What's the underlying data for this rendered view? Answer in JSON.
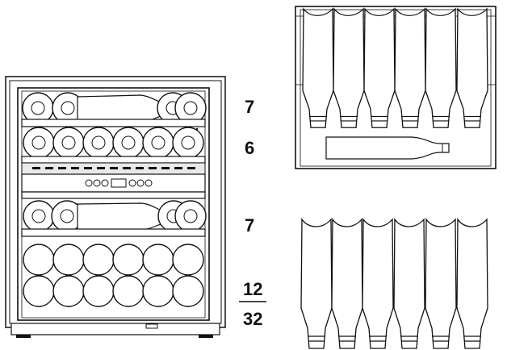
{
  "diagram": {
    "shelf_counts": [
      "7",
      "6",
      "7",
      "12"
    ],
    "total": "32",
    "colors": {
      "line": "#111111",
      "fill": "#ffffff",
      "shade": "#e9e9e9"
    }
  }
}
